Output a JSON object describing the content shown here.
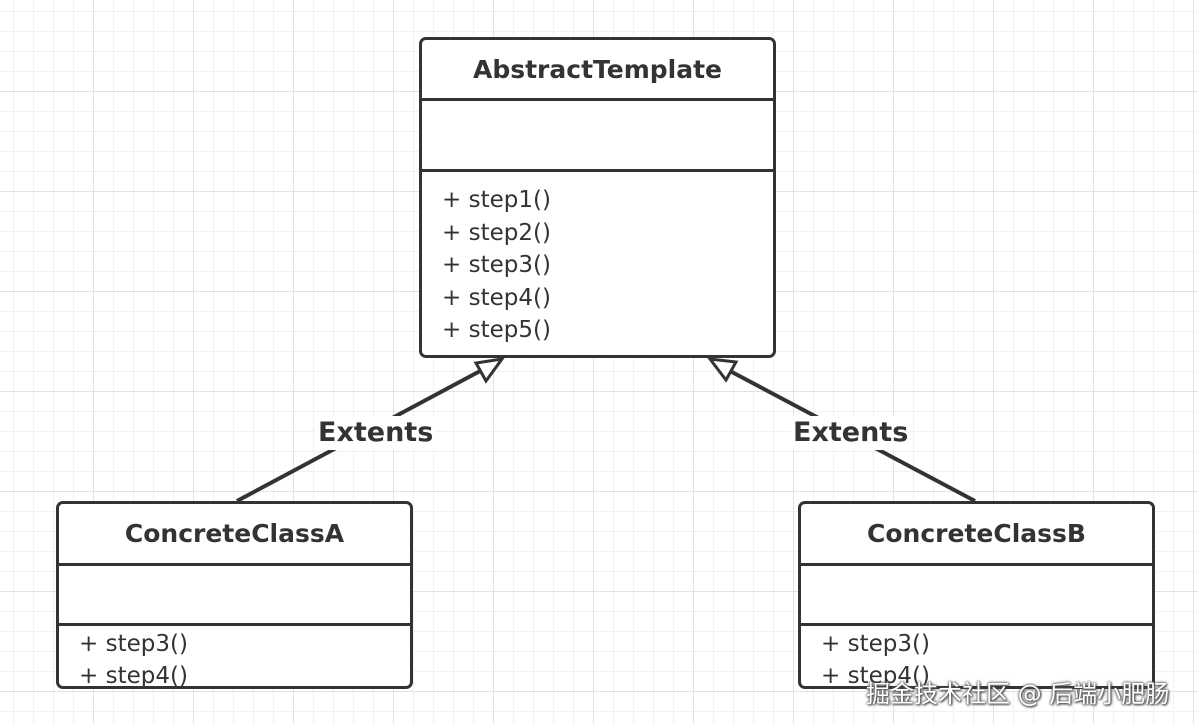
{
  "diagram": {
    "abstract_class": {
      "name": "AbstractTemplate",
      "methods": [
        "+ step1()",
        "+ step2()",
        "+ step3()",
        "+ step4()",
        "+ step5()"
      ]
    },
    "concrete_a": {
      "name": "ConcreteClassA",
      "methods": [
        "+ step3()",
        "+ step4()"
      ]
    },
    "concrete_b": {
      "name": "ConcreteClassB",
      "methods": [
        "+ step3()",
        "+ step4()"
      ]
    },
    "relations": [
      {
        "label": "Extents",
        "from": "ConcreteClassA",
        "to": "AbstractTemplate"
      },
      {
        "label": "Extents",
        "from": "ConcreteClassB",
        "to": "AbstractTemplate"
      }
    ]
  },
  "watermark": "掘金技术社区 @ 后端小肥肠",
  "colors": {
    "line": "#333333",
    "grid_major": "#e2e2e2",
    "grid_minor": "#f1f1f1",
    "background": "#ffffff"
  }
}
